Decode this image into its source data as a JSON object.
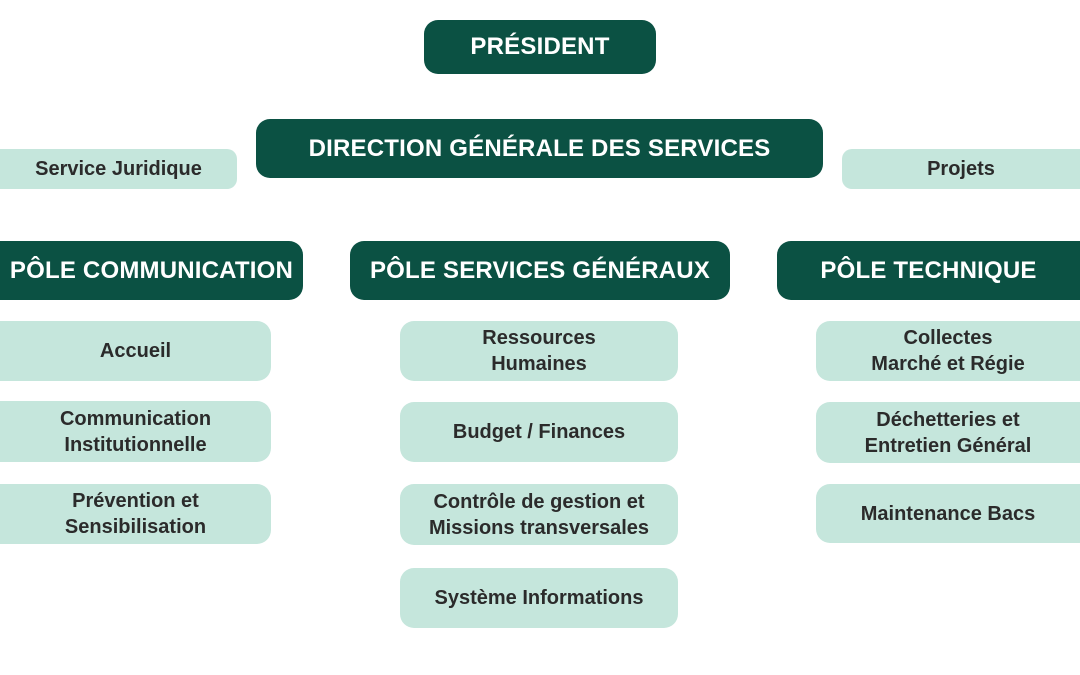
{
  "president": "PRÉSIDENT",
  "direction": "DIRECTION GÉNÉRALE DES SERVICES",
  "side_left": "Service Juridique",
  "side_right": "Projets",
  "poles": [
    {
      "title": "PÔLE COMMUNICATION",
      "services": [
        "Accueil",
        "Communication\nInstitutionnelle",
        "Prévention et\nSensibilisation"
      ]
    },
    {
      "title": "PÔLE SERVICES GÉNÉRAUX",
      "services": [
        "Ressources\nHumaines",
        "Budget / Finances",
        "Contrôle de gestion et\nMissions transversales",
        "Système Informations"
      ]
    },
    {
      "title": "PÔLE TECHNIQUE",
      "services": [
        "Collectes\nMarché et Régie",
        "Déchetteries et\nEntretien Général",
        "Maintenance Bacs"
      ]
    }
  ],
  "colors": {
    "dark_box": "#0b5143",
    "light_box": "#c5e6dc",
    "dark_text": "#ffffff",
    "light_text": "#2b2b2b"
  }
}
